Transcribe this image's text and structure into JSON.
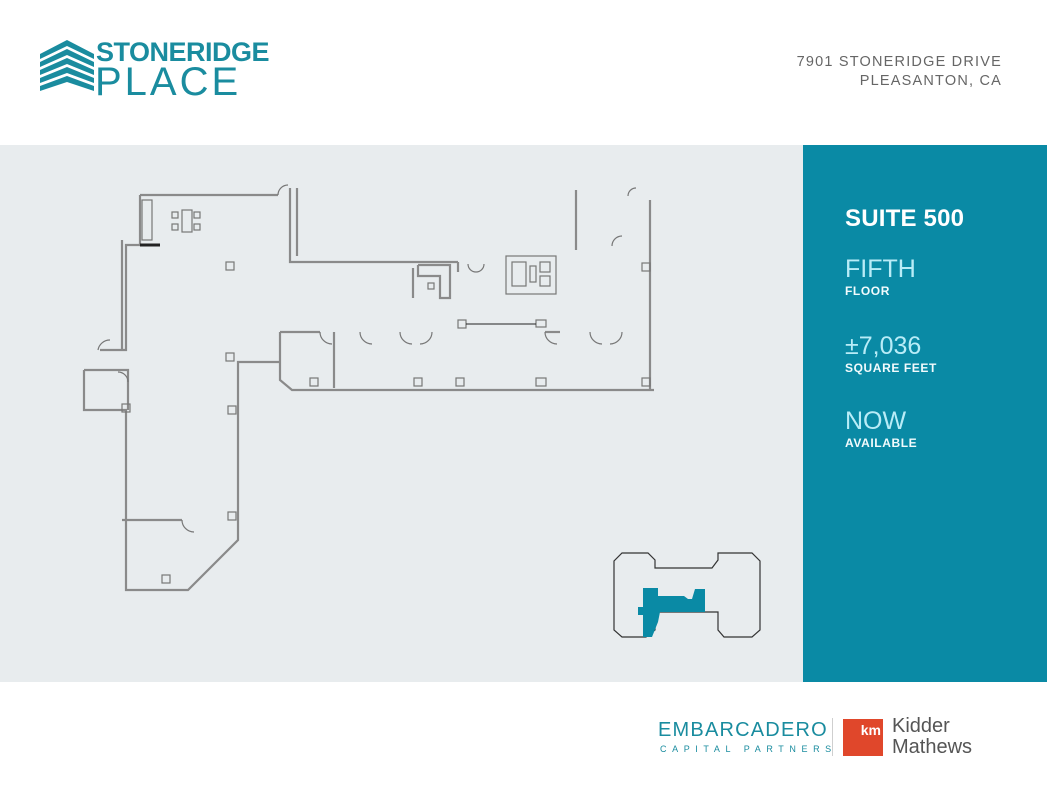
{
  "header": {
    "logo": {
      "line1": "STONERIDGE",
      "line2": "PLACE",
      "icon": "stacked-chevrons-building-icon",
      "color": "#1a8c9f"
    },
    "address": {
      "line1": "7901 STONERIDGE DRIVE",
      "line2": "PLEASANTON, CA"
    }
  },
  "floor_plan": {
    "background": "#e8ecee",
    "key_plan": {
      "highlight_color": "#0a8aa5",
      "label": "key-plan-building-footprint"
    }
  },
  "info_panel": {
    "background": "#0a8aa5",
    "suite": "SUITE 500",
    "stats": [
      {
        "value": "FIFTH",
        "label": "FLOOR"
      },
      {
        "value": "±7,036",
        "label": "SQUARE FEET"
      },
      {
        "value": "NOW",
        "label": "AVAILABLE"
      }
    ]
  },
  "footer": {
    "embarcadero": {
      "name": "EMBARCADERO",
      "subtitle": "CAPITAL PARTNERS"
    },
    "kidder": {
      "badge": "km",
      "line1": "Kidder",
      "line2": "Mathews",
      "badge_color": "#e0472b"
    }
  }
}
